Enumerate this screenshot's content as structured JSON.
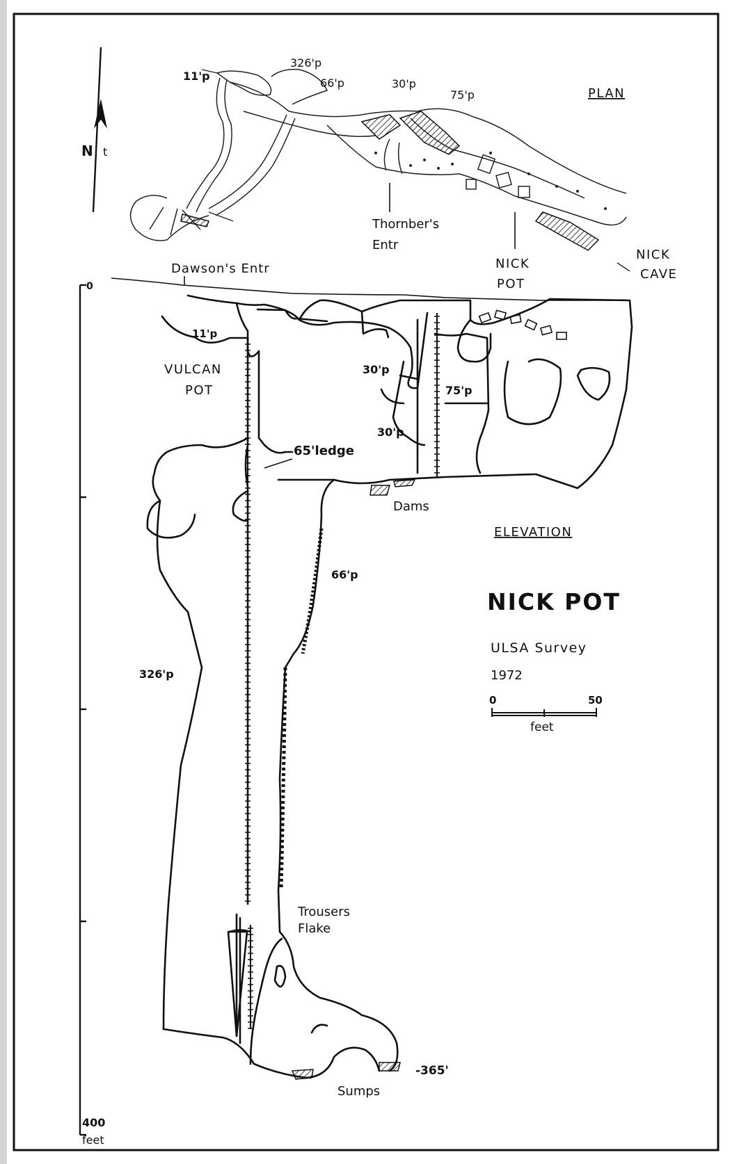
{
  "map": {
    "title": "NICK POT",
    "survey": "ULSA Survey",
    "year": "1972",
    "north_letter": "N",
    "north_suffix": "t",
    "plan_heading": "PLAN",
    "elevation_heading": "ELEVATION",
    "scale": {
      "start": "0",
      "end": "50",
      "unit": "feet"
    },
    "depth_axis": {
      "top": "0",
      "bottom": "400",
      "unit": "feet"
    }
  },
  "plan_labels": {
    "pitch_11": "11'p",
    "pitch_326": "326'p",
    "pitch_66": "66'p",
    "pitch_30": "30'p",
    "pitch_75": "75'p",
    "thornbers_1": "Thornber's",
    "thornbers_2": "Entr",
    "dawsons": "Dawson's Entr",
    "nick_pot_1": "NICK",
    "nick_pot_2": "POT",
    "nick_cave_1": "NICK",
    "nick_cave_2": "CAVE"
  },
  "elevation_labels": {
    "pitch_11": "11'p",
    "vulcan_1": "VULCAN",
    "vulcan_2": "POT",
    "pitch_30a": "30'p",
    "pitch_75": "75'p",
    "pitch_30b": "30'p",
    "ledge": "65'ledge",
    "dams": "Dams",
    "pitch_66": "66'p",
    "pitch_326": "326'p",
    "trousers_1": "Trousers",
    "trousers_2": "Flake",
    "depth": "-365'",
    "sumps": "Sumps"
  }
}
